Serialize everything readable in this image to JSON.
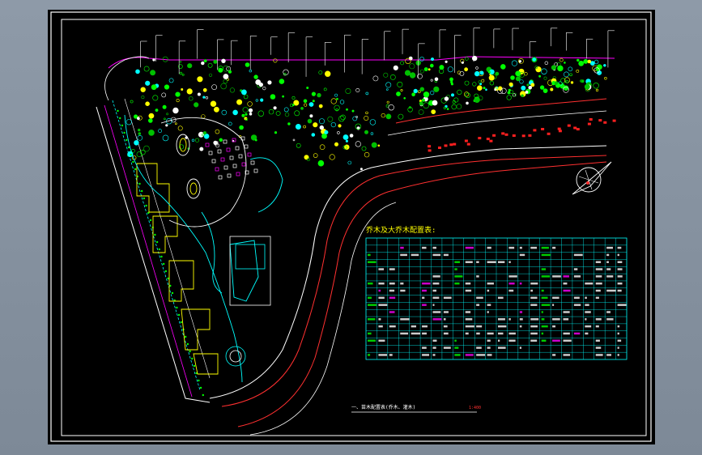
{
  "colors": {
    "background": "#000000",
    "frame": "#ffffff",
    "site_edge": "#ff00ff",
    "road_red": "#ff3030",
    "water_cyan": "#00ffff",
    "tree_green": "#00ff00",
    "building_yellow": "#ffff00",
    "table_line": "#00ffff",
    "title_text": "#ffff00"
  },
  "table": {
    "title": "乔木及大乔木配置表:"
  },
  "footer": {
    "title": "一、苗木配置表(乔木、灌木)",
    "scale": "1:400"
  },
  "icons": [
    "north-arrow-icon",
    "tree-symbol-icon"
  ]
}
